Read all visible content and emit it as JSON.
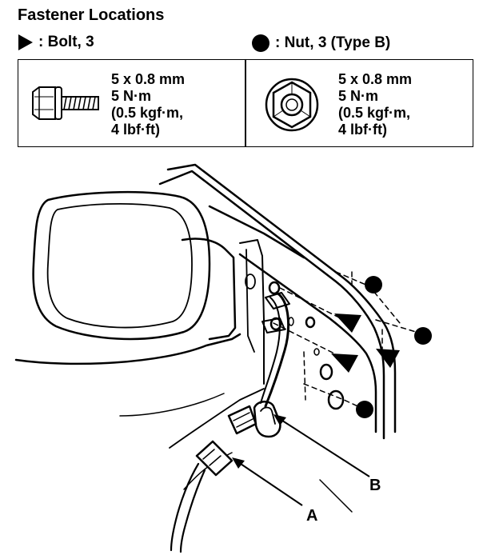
{
  "title": "Fastener Locations",
  "bolt": {
    "legend": ": Bolt, 3",
    "icon": "triangle-bolt-symbol",
    "spec_lines": [
      "5 x 0.8 mm",
      "5 N·m",
      "(0.5 kgf·m,",
      "4 lbf·ft)"
    ]
  },
  "nut": {
    "legend": ": Nut, 3 (Type B)",
    "icon": "filled-circle-nut-symbol",
    "spec_lines": [
      "5 x 0.8 mm",
      "5 N·m",
      "(0.5 kgf·m,",
      "4 lbf·ft)"
    ]
  },
  "callouts": {
    "a": "A",
    "b": "B"
  }
}
